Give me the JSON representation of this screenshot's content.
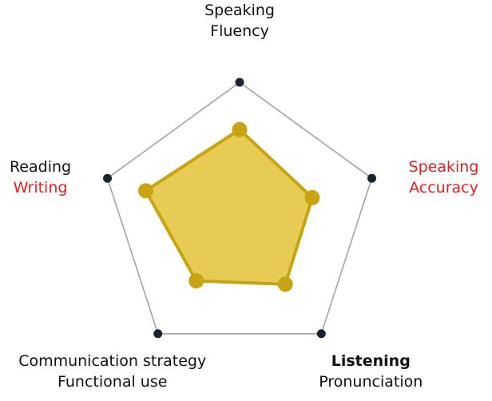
{
  "chart_data": {
    "type": "radar",
    "title": "",
    "axes": [
      {
        "lines": [
          {
            "text": "Speaking",
            "color": "#111111",
            "bold": false
          },
          {
            "text": "Fluency",
            "color": "#111111",
            "bold": false
          }
        ]
      },
      {
        "lines": [
          {
            "text": "Speaking",
            "color": "#ee1c1c",
            "bold": false
          },
          {
            "text": "Accuracy",
            "color": "#ee1c1c",
            "bold": false
          }
        ]
      },
      {
        "lines": [
          {
            "text": "Listening",
            "color": "#111111",
            "bold": true
          },
          {
            "text": "Pronunciation",
            "color": "#111111",
            "bold": false
          }
        ]
      },
      {
        "lines": [
          {
            "text": "Communication strategy",
            "color": "#111111",
            "bold": false
          },
          {
            "text": "Functional use",
            "color": "#111111",
            "bold": false
          }
        ]
      },
      {
        "lines": [
          {
            "text": "Reading",
            "color": "#111111",
            "bold": false
          },
          {
            "text": "Writing",
            "color": "#ee1c1c",
            "bold": false
          }
        ]
      }
    ],
    "range": [
      0,
      1
    ],
    "series": [
      {
        "values": [
          0.66,
          0.55,
          0.56,
          0.53,
          0.71
        ]
      }
    ],
    "grid": true,
    "legend": "none",
    "colors": {
      "grid_line": "#a3a3a3",
      "vertex_dot": "#1a2333",
      "area_fill": "#e6cc55",
      "area_stroke": "#c9a412",
      "point_fill": "#c9a412",
      "text_default": "#111111",
      "text_highlight": "#ee1c1c"
    }
  }
}
